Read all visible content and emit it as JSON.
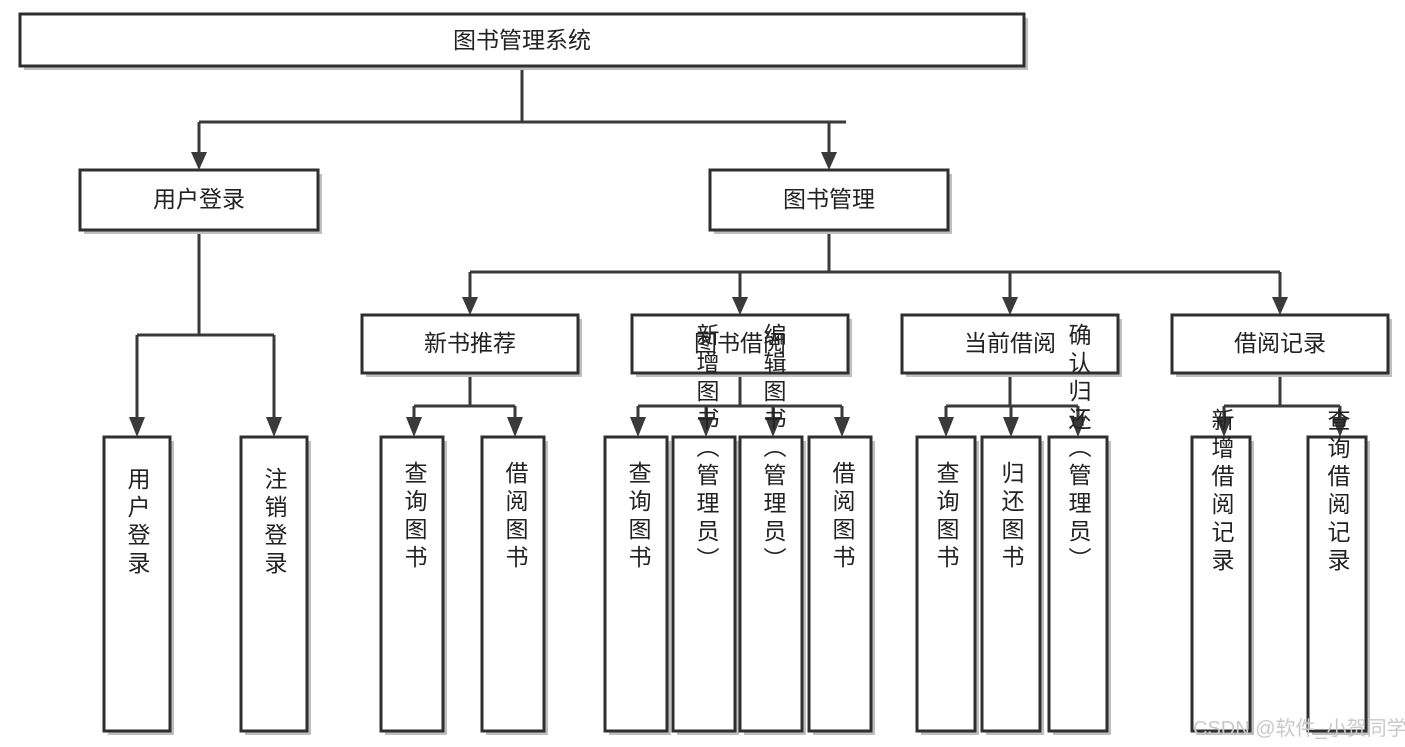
{
  "diagram": {
    "title": "图书管理系统",
    "type": "tree-hierarchy-diagram",
    "colors": {
      "box_fill": "#ffffff",
      "box_stroke": "#2f2f2f",
      "connector": "#3a3a3a",
      "text": "#222222",
      "watermark": "#c9c9c9",
      "background": "#ffffff"
    },
    "root": {
      "label": "图书管理系统"
    },
    "level2": [
      {
        "label": "用户登录"
      },
      {
        "label": "图书管理"
      }
    ],
    "level3": [
      {
        "label": "新书推荐"
      },
      {
        "label": "图书借阅"
      },
      {
        "label": "当前借阅"
      },
      {
        "label": "借阅记录"
      }
    ],
    "leaves_user_login": [
      {
        "label": "用户登录"
      },
      {
        "label": "注销登录"
      }
    ],
    "leaves_new_book": [
      {
        "label": "查询图书"
      },
      {
        "label": "借阅图书"
      }
    ],
    "leaves_book_borrow": [
      {
        "label": "查询图书"
      },
      {
        "label": "新增图书（管理员）"
      },
      {
        "label": "编辑图书（管理员）"
      },
      {
        "label": "借阅图书"
      }
    ],
    "leaves_current_borrow": [
      {
        "label": "查询图书"
      },
      {
        "label": "归还图书"
      },
      {
        "label": "确认归还（管理员）"
      }
    ],
    "leaves_borrow_record": [
      {
        "label": "新增借阅记录"
      },
      {
        "label": "查询借阅记录"
      }
    ]
  },
  "watermark": {
    "text": "CSDN @软件_小贺同学"
  }
}
